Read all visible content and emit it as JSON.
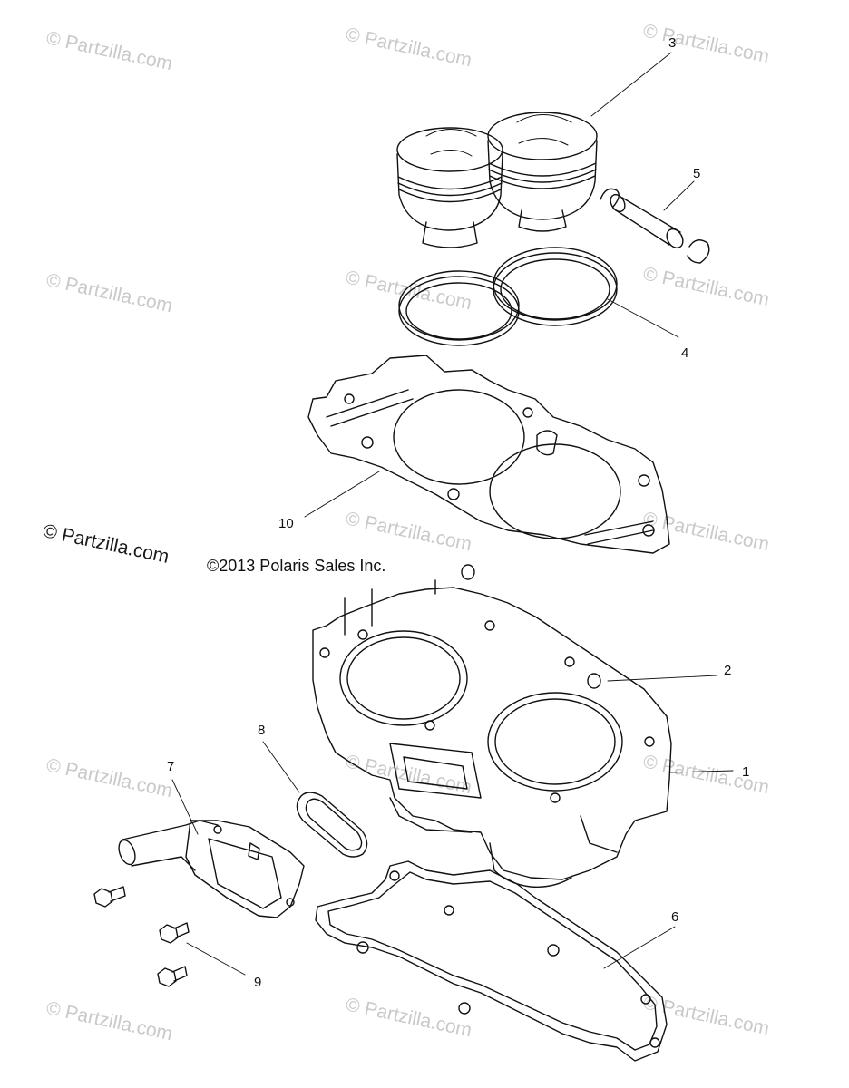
{
  "copyright": "©2013 Polaris Sales Inc.",
  "watermark": "© Partzilla.com",
  "callouts": [
    {
      "id": "1",
      "label": "1"
    },
    {
      "id": "2",
      "label": "2"
    },
    {
      "id": "3",
      "label": "3"
    },
    {
      "id": "4",
      "label": "4"
    },
    {
      "id": "5",
      "label": "5"
    },
    {
      "id": "6",
      "label": "6"
    },
    {
      "id": "7",
      "label": "7"
    },
    {
      "id": "8",
      "label": "8"
    },
    {
      "id": "9",
      "label": "9"
    },
    {
      "id": "10",
      "label": "10"
    }
  ],
  "colors": {
    "line": "#111111",
    "watermark": "#c9c9c9",
    "background": "#ffffff"
  }
}
